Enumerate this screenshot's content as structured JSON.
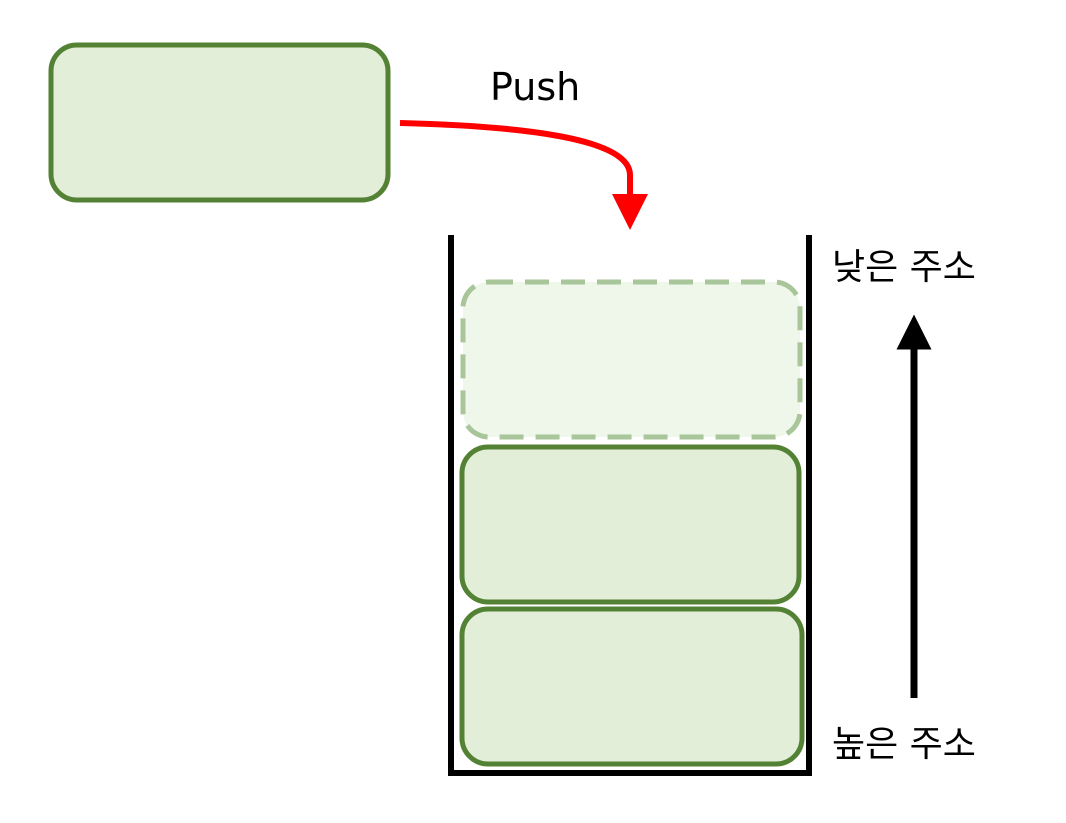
{
  "labels": {
    "push": "Push",
    "low_address": "낮은 주소",
    "high_address": "높은 주소"
  },
  "colors": {
    "box_fill": "#e2eed8",
    "box_stroke": "#548235",
    "ghost_fill": "#eff6ea",
    "ghost_stroke": "#a9c59a",
    "push_arrow": "#ff0000",
    "container": "#000000",
    "address_arrow": "#000000"
  },
  "stack": {
    "items_count": 2,
    "pending_item": "dashed-placeholder"
  }
}
